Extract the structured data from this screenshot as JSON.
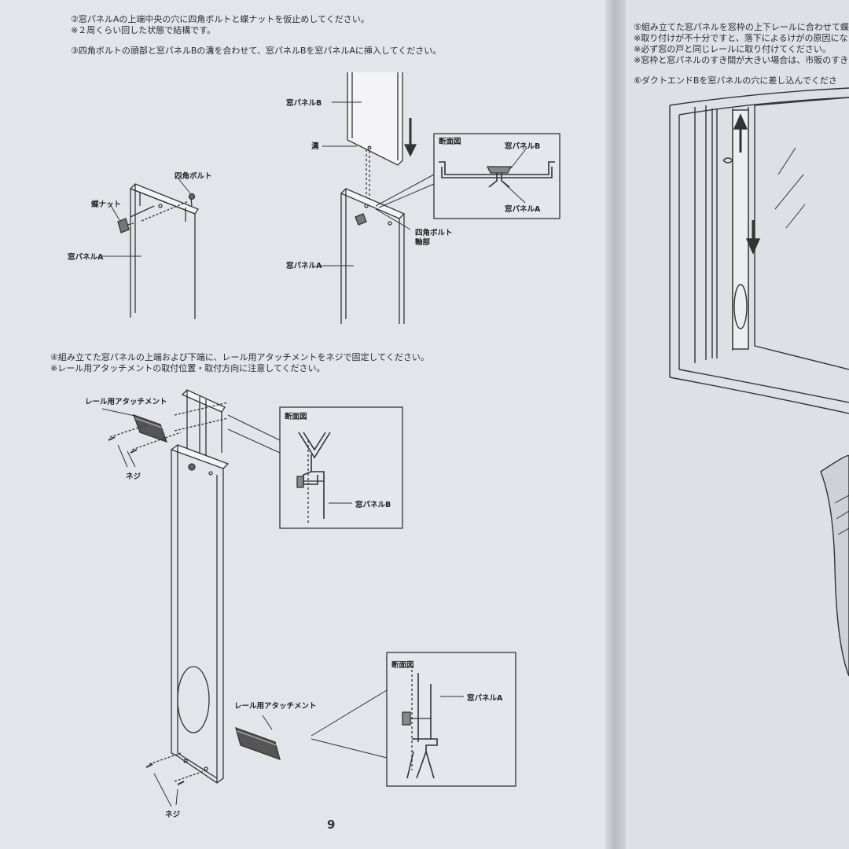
{
  "left_page": {
    "step2_line1": "②窓パネルAの上端中央の穴に四角ボルトと蝶ナットを仮止めしてください。",
    "step2_line2": "※２周くらい回した状態で結構です。",
    "step3": "③四角ボルトの頭部と窓パネルBの溝を合わせて、窓パネルBを窓パネルAに挿入してください。",
    "step4_line1": "④組み立てた窓パネルの上端および下端に、レール用アタッチメントをネジで固定してください。",
    "step4_line2": "※レール用アタッチメントの取付位置・取付方向に注意してください。",
    "labels": {
      "square_bolt": "四角ボルト",
      "wing_nut": "蝶ナット",
      "panel_a": "窓パネルA",
      "panel_b": "窓パネルB",
      "groove": "溝",
      "cross_section": "断面図",
      "bolt_shaft_1": "四角ボルト",
      "bolt_shaft_2": "軸部",
      "rail_attachment": "レール用アタッチメント",
      "screw": "ネジ"
    },
    "page_number": "9"
  },
  "right_page": {
    "step5_line1": "⑤組み立てた窓パネルを窓枠の上下レールに合わせて蝶",
    "step5_line2": "※取り付けが不十分ですと、落下によるけがの原因にな",
    "step5_line3": "※必ず窓の戸と同じレールに取り付けてください。",
    "step5_line4": "※窓枠と窓パネルのすき間が大きい場合は、市販のすき",
    "step6": "⑥ダクトエンドBを窓パネルの穴に差し込んでくださ"
  }
}
